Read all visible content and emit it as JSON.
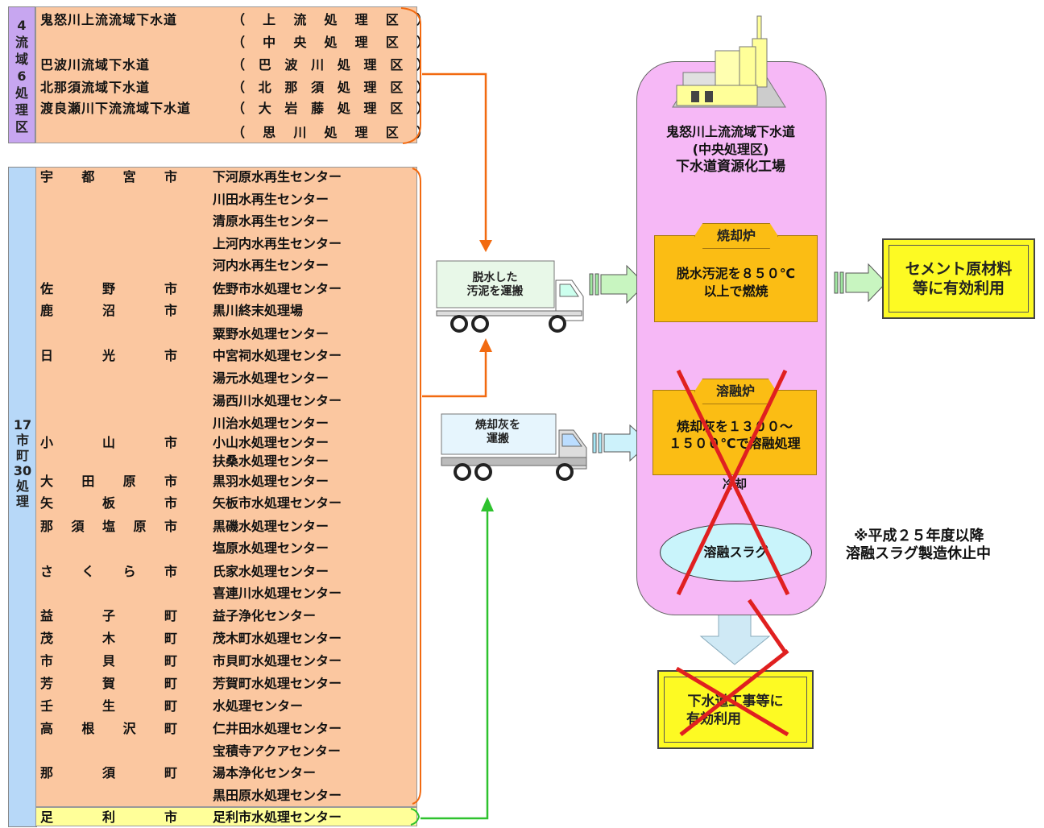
{
  "left_labels": {
    "top": [
      "4",
      "流",
      "域",
      "6",
      "処",
      "理",
      "区"
    ],
    "bottom": [
      "17",
      "市",
      "町",
      "30",
      "処",
      "理"
    ]
  },
  "regional": [
    {
      "project": "鬼怒川上流流域下水道",
      "district": "（上流処理区）"
    },
    {
      "project": "",
      "district": "（中央処理区）"
    },
    {
      "project": "巴波川流域下水道",
      "district": "（巴波川処理区）"
    },
    {
      "project": "北那須流域下水道",
      "district": "（北那須処理区）"
    },
    {
      "project": "渡良瀬川下流流域下水道",
      "district": "（大岩藤処理区）"
    },
    {
      "project": "",
      "district": "（思川処理区）"
    }
  ],
  "municipal": [
    {
      "muni": "宇都宮市",
      "facility": "下河原水再生センター"
    },
    {
      "muni": "",
      "facility": "川田水再生センター"
    },
    {
      "muni": "",
      "facility": "清原水再生センター"
    },
    {
      "muni": "",
      "facility": "上河内水再生センター"
    },
    {
      "muni": "",
      "facility": "河内水再生センター"
    },
    {
      "muni": "佐野市",
      "facility": "佐野市水処理センター"
    },
    {
      "muni": "鹿沼市",
      "facility": "黒川終末処理場"
    },
    {
      "muni": "",
      "facility": "粟野水処理センター"
    },
    {
      "muni": "日光市",
      "facility": "中宮祠水処理センター"
    },
    {
      "muni": "",
      "facility": "湯元水処理センター"
    },
    {
      "muni": "",
      "facility": "湯西川水処理センター"
    },
    {
      "muni": "",
      "facility": "川治水処理センター"
    },
    {
      "muni": "小山市",
      "facility": "小山水処理センター"
    },
    {
      "muni": "",
      "facility": "扶桑水処理センター"
    },
    {
      "muni": "大田原市",
      "facility": "黒羽水処理センター"
    },
    {
      "muni": "矢板市",
      "facility": "矢板市水処理センター"
    },
    {
      "muni": "那須塩原市",
      "facility": "黒磯水処理センター"
    },
    {
      "muni": "",
      "facility": "塩原水処理センター"
    },
    {
      "muni": "さくら市",
      "facility": "氏家水処理センター"
    },
    {
      "muni": "",
      "facility": "喜連川水処理センター"
    },
    {
      "muni": "益子町",
      "facility": "益子浄化センター"
    },
    {
      "muni": "茂木町",
      "facility": "茂木町水処理センター"
    },
    {
      "muni": "市貝町",
      "facility": "市貝町水処理センター"
    },
    {
      "muni": "芳賀町",
      "facility": "芳賀町水処理センター"
    },
    {
      "muni": "壬生町",
      "facility": "水処理センター"
    },
    {
      "muni": "高根沢町",
      "facility": "仁井田水処理センター"
    },
    {
      "muni": "",
      "facility": "宝積寺アクアセンター"
    },
    {
      "muni": "那須町",
      "facility": "湯本浄化センター"
    },
    {
      "muni": "",
      "facility": "黒田原水処理センター"
    }
  ],
  "ashikaga": {
    "muni": "足利市",
    "facility": "足利市水処理センター"
  },
  "truck1": {
    "line1": "脱水した",
    "line2": "汚泥を運搬"
  },
  "truck2": {
    "line1": "焼却灰を",
    "line2": "運搬"
  },
  "plant": {
    "name1": "鬼怒川上流流域下水道",
    "name2": "(中央処理区)",
    "name3": "下水道資源化工場",
    "incinerator_label": "焼却炉",
    "incinerator_text1": "脱水汚泥を８５０℃",
    "incinerator_text2": "以上で燃焼",
    "melter_label": "溶融炉",
    "melter_text1": "焼却灰を１３００～",
    "melter_text2": "１５００℃で溶融処理",
    "cooling": "冷却",
    "slag": "溶融スラグ"
  },
  "cement": {
    "line1": "セメント原材料",
    "line2": "等に有効利用"
  },
  "sewer_use": {
    "line1": "下水道工事等に",
    "line2": "有効利用"
  },
  "note": {
    "line1": "※平成２５年度以降",
    "line2": "溶融スラグ製造休止中"
  },
  "colors": {
    "orange_box": "#fbc7a0",
    "purple_label": "#c7a6f0",
    "blue_label": "#b7d8f8",
    "plant": "#f6b8f6",
    "furnace": "#fbbd14",
    "product": "#fdfa23",
    "arrow_orange": "#f26a10",
    "arrow_green": "#2ec22e",
    "cross": "#e02020"
  }
}
